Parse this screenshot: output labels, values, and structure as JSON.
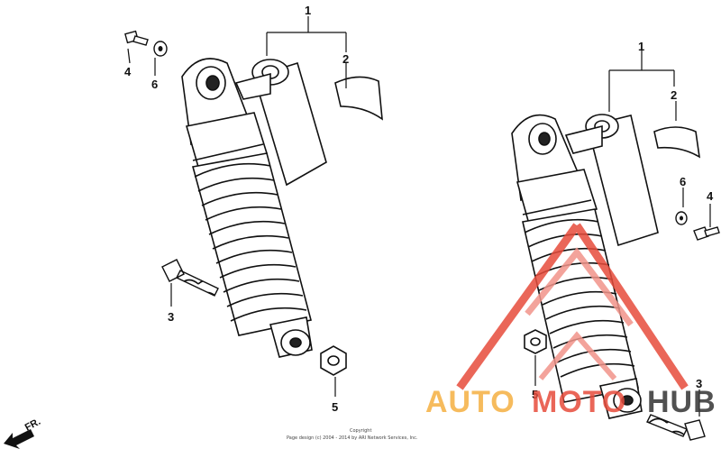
{
  "diagram": {
    "left_assembly": {
      "callouts": {
        "shock_absorber": "1",
        "cover": "2",
        "lower_bolt": "3",
        "upper_bolt": "4",
        "nut": "5",
        "washer": "6"
      }
    },
    "right_assembly": {
      "callouts": {
        "shock_absorber": "1",
        "cover": "2",
        "lower_bolt": "3",
        "upper_bolt": "4",
        "nut": "5",
        "washer": "6"
      }
    },
    "direction_label": "FR.",
    "copyright_line1": "Copyright",
    "copyright_line2": "Page design (c) 2004 - 2014 by ARI Network Services, Inc."
  },
  "watermark": {
    "text_part1": "AUTO",
    "text_part2": "MOTO",
    "text_part3": "HUB",
    "colors": {
      "orange": "#f5b041",
      "red": "#e74c3c",
      "dark": "#333333"
    }
  }
}
